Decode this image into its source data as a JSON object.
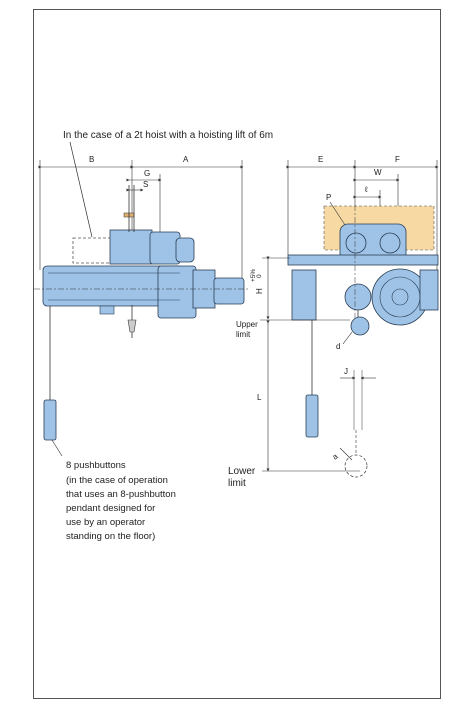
{
  "caption": "In the case of a 2t hoist with a hoisting lift of 6m",
  "dimensions": {
    "B": "B",
    "A": "A",
    "G": "G",
    "S": "S",
    "E": "E",
    "F": "F",
    "W": "W",
    "l": "ℓ",
    "P": "P",
    "H": "H",
    "H_tol_top": "+5%",
    "H_tol_bottom": "0",
    "d": "d",
    "J": "J",
    "L": "L",
    "a": "a"
  },
  "labels": {
    "upper_limit_1": "Upper",
    "upper_limit_2": "limit",
    "lower_limit_1": "Lower",
    "lower_limit_2": "limit"
  },
  "pushbutton_note": {
    "title": "8 pushbuttons",
    "lines": [
      "(in the case of operation",
      "that uses an 8-pushbutton",
      "pendant designed for",
      "use by an operator",
      "standing on the floor)"
    ]
  },
  "colors": {
    "body": "#9ec3e6",
    "outline": "#2a3d55",
    "trolley_area": "#f6d9a3",
    "line": "#333333"
  }
}
